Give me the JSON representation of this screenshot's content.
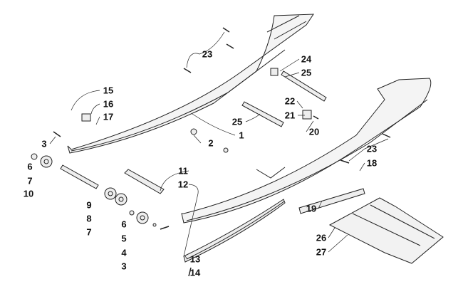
{
  "callouts": [
    "15",
    "16",
    "17",
    "3",
    "6",
    "7",
    "10",
    "9",
    "8",
    "7",
    "6",
    "5",
    "4",
    "3",
    "11",
    "12",
    "13",
    "14",
    "2",
    "1",
    "25",
    "23",
    "24",
    "25",
    "22",
    "21",
    "20",
    "23",
    "18",
    "19",
    "26",
    "27"
  ]
}
